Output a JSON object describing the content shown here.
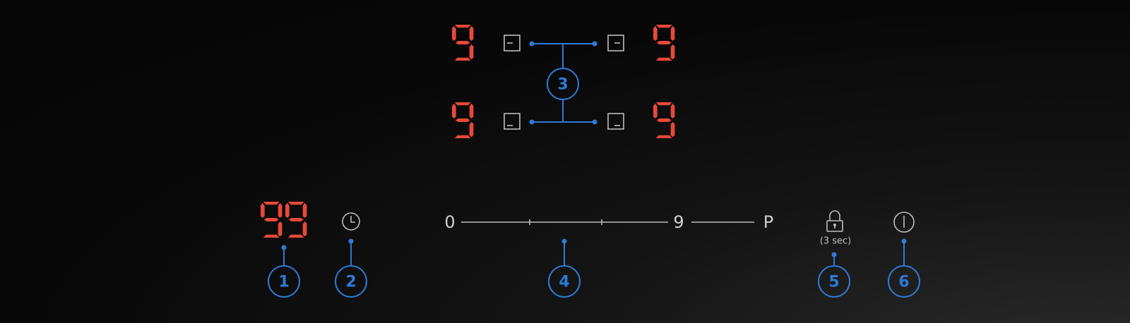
{
  "colors": {
    "display_red": "#e8483a",
    "callout_blue": "#2f7ad6",
    "control_gray": "#bdbdbd"
  },
  "zones": {
    "front_left_digit": "9",
    "rear_left_digit": "9",
    "front_right_digit": "9",
    "rear_right_digit": "9",
    "zone_icons": [
      "zone-front-left-icon",
      "zone-front-right-icon",
      "zone-rear-left-icon",
      "zone-rear-right-icon"
    ]
  },
  "timer": {
    "display": "99",
    "icon": "clock-icon"
  },
  "slider": {
    "min_label": "0",
    "max_label": "9",
    "boost_label": "P"
  },
  "lock": {
    "icon": "padlock-icon",
    "hint": "(3 sec)"
  },
  "power": {
    "icon": "power-icon"
  },
  "callouts": [
    "1",
    "2",
    "3",
    "4",
    "5",
    "6"
  ]
}
